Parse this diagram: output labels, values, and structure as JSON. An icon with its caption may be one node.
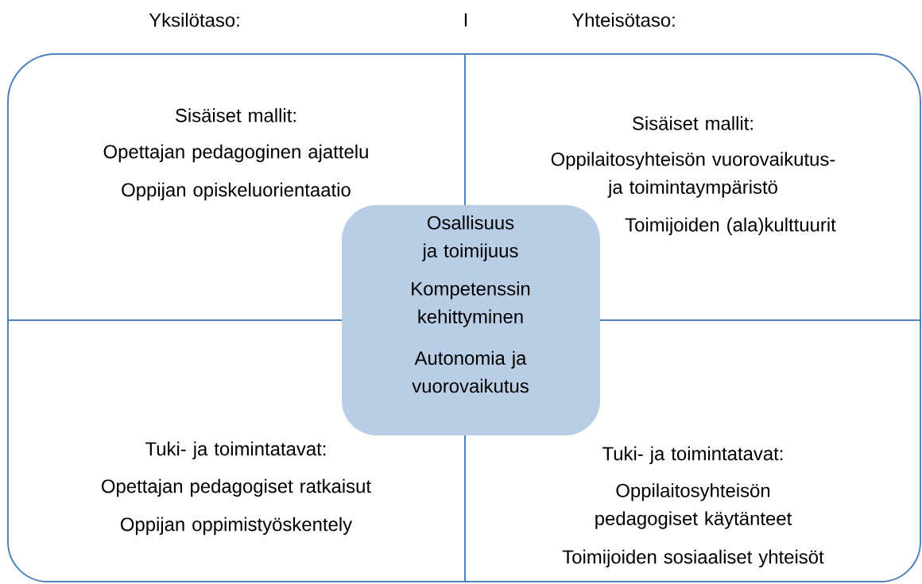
{
  "diagram": {
    "nodes": [
      {
        "text": [
          "Sisäiset mallit:",
          "Opettajan pedagoginen ajattelu",
          "Oppijan opiskeluorientaatio"
        ]
      },
      {
        "text": [
          "Sisäiset mallit:",
          "Oppilaitosyhteisön vuorovaikutus- ja toimintaympäristö",
          "Toimijoiden (ala)kulttuurit"
        ]
      },
      {
        "text": [
          "Tuki- ja toimintatavat:",
          "Opettajan pedagogiset ratkaisut",
          "Oppijan oppimistyöskentely"
        ]
      },
      {
        "text": [
          "Tuki- ja toimintatavat:",
          "Oppilaitosyhteisön pedagogiset käytänteet",
          "Toimijoiden sosiaaliset yhteisöt"
        ]
      },
      {
        "text": [
          "Osallisuus ja toimijuus",
          "Kompetenssin kehittyminen",
          "Autonomia ja vuorovaikutus"
        ]
      }
    ],
    "labels": [
      "Yksilötaso:",
      "I",
      "Yhteisötaso:"
    ]
  }
}
